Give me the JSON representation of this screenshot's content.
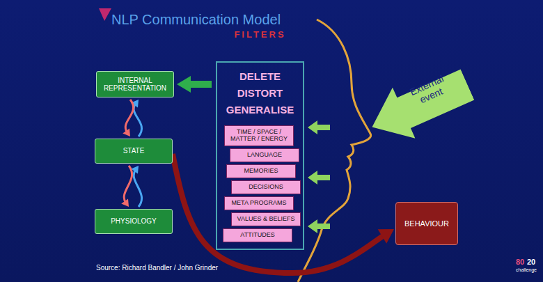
{
  "diagram": {
    "title": "NLP Communication Model",
    "nodes": [
      {
        "text": [
          "INTERNAL REPRESENTATION"
        ]
      },
      {
        "text": [
          "FILTERS",
          "DELETE",
          "DISTORT",
          "GENERALISE"
        ]
      },
      {
        "text": [
          "TIME / SPACE / MATTER / ENERGY"
        ],
        "in": 1
      },
      {
        "text": [
          "LANGUAGE"
        ],
        "in": 1
      },
      {
        "text": [
          "MEMORIES"
        ],
        "in": 1
      },
      {
        "text": [
          "DECISIONS"
        ],
        "in": 1
      },
      {
        "text": [
          "META PROGRAMS"
        ],
        "in": 1
      },
      {
        "text": [
          "VALUES & BELIEFS"
        ],
        "in": 1
      },
      {
        "text": [
          "ATTITUDES"
        ],
        "in": 1
      },
      {
        "text": [
          "External event"
        ]
      },
      {
        "text": [
          "STATE"
        ]
      },
      {
        "text": [
          "PHYSIOLOGY"
        ]
      },
      {
        "text": [
          "BEHAVIOUR"
        ]
      }
    ],
    "edges": [
      {
        "from": 1,
        "to": 0,
        "arrow": "to"
      },
      {
        "from": 10,
        "to": 0,
        "arrow": "to"
      },
      {
        "from": 0,
        "to": 10,
        "arrow": "to"
      },
      {
        "from": 11,
        "to": 10,
        "arrow": "to"
      },
      {
        "from": 10,
        "to": 11,
        "arrow": "to"
      },
      {
        "from": 10,
        "to": 12,
        "arrow": "to"
      }
    ],
    "labels": [
      "Source: Richard Bandler / John Grinder",
      "80",
      "20",
      "challenge"
    ]
  }
}
